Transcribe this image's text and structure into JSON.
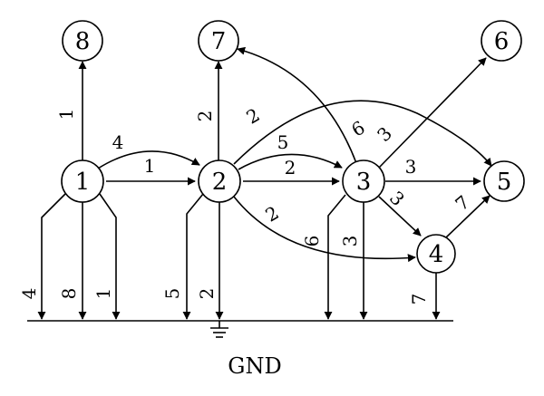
{
  "nodes": [
    {
      "id": "1",
      "label": "1"
    },
    {
      "id": "2",
      "label": "2"
    },
    {
      "id": "3",
      "label": "3"
    },
    {
      "id": "4",
      "label": "4"
    },
    {
      "id": "5",
      "label": "5"
    },
    {
      "id": "6",
      "label": "6"
    },
    {
      "id": "7",
      "label": "7"
    },
    {
      "id": "8",
      "label": "8"
    }
  ],
  "edges": [
    {
      "from": "1",
      "to": "8",
      "weight": "1"
    },
    {
      "from": "1",
      "to": "2",
      "weight": "1"
    },
    {
      "from": "1",
      "to": "2",
      "weight": "4"
    },
    {
      "from": "2",
      "to": "7",
      "weight": "2"
    },
    {
      "from": "3",
      "to": "7",
      "weight": "6"
    },
    {
      "from": "2",
      "to": "3",
      "weight": "2"
    },
    {
      "from": "2",
      "to": "3",
      "weight": "5"
    },
    {
      "from": "2",
      "to": "5",
      "weight": "2"
    },
    {
      "from": "2",
      "to": "4",
      "weight": "2"
    },
    {
      "from": "3",
      "to": "6",
      "weight": "3"
    },
    {
      "from": "3",
      "to": "5",
      "weight": "3"
    },
    {
      "from": "3",
      "to": "4",
      "weight": "3"
    },
    {
      "from": "4",
      "to": "5",
      "weight": "7"
    }
  ],
  "ground_edges": [
    {
      "from": "1",
      "weight": "4"
    },
    {
      "from": "1",
      "weight": "8"
    },
    {
      "from": "1",
      "weight": "1"
    },
    {
      "from": "2",
      "weight": "5"
    },
    {
      "from": "2",
      "weight": "2"
    },
    {
      "from": "3",
      "weight": "6"
    },
    {
      "from": "3",
      "weight": "3"
    },
    {
      "from": "4",
      "weight": "7"
    }
  ],
  "ground_label": "GND"
}
